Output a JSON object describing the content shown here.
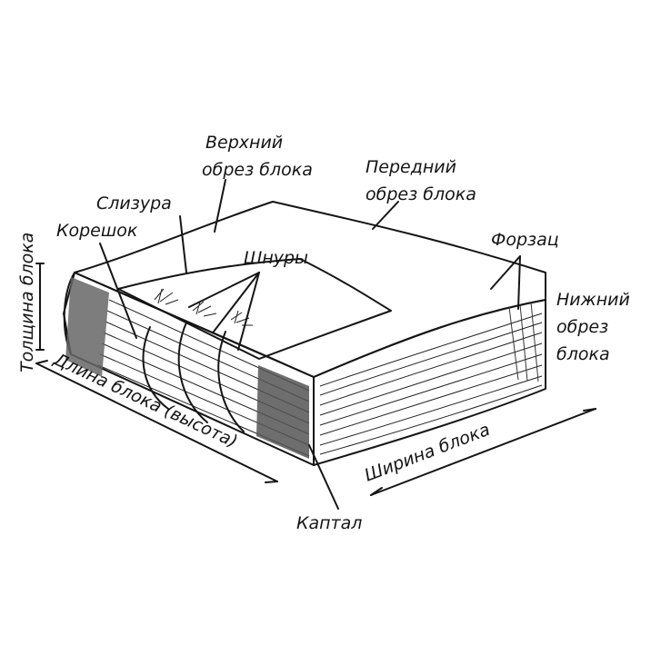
{
  "labels": {
    "top_edge": [
      "Верхний",
      "обрез блока"
    ],
    "front_edge": [
      "Передний",
      "обрез блока"
    ],
    "mull": "Слизура",
    "spine": "Корешок",
    "cords": "Шнуры",
    "endpaper": "Форзац",
    "bottom_edge": [
      "Нижний",
      "обрез",
      "блока"
    ],
    "thickness": "Толщина блока",
    "length": "Длина блока (высота)",
    "width": "Ширина блока",
    "headband": "Каптал"
  }
}
